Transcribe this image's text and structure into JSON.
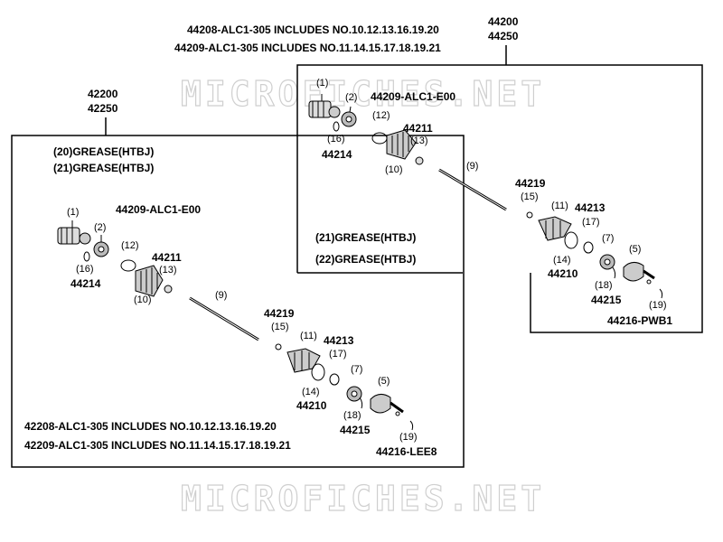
{
  "watermark": "MICROFICHES.NET",
  "right_diagram": {
    "part_numbers": [
      "44200",
      "44250"
    ],
    "includes_1": "44208-ALC1-305 INCLUDES NO.10.12.13.16.19.20",
    "includes_2": "44209-ALC1-305 INCLUDES NO.11.14.15.17.18.19.21",
    "kit_label": "44209-ALC1-E00",
    "grease_1": "(21)GREASE(HTBJ)",
    "grease_2": "(22)GREASE(HTBJ)",
    "callouts": {
      "c1": "(1)",
      "c2": "(2)",
      "c16": "(16)",
      "p44214": "44214",
      "c12": "(12)",
      "p44211": "44211",
      "c13": "(13)",
      "c10": "(10)",
      "c9": "(9)",
      "p44219": "44219",
      "c15": "(15)",
      "c11": "(11)",
      "p44213": "44213",
      "c17": "(17)",
      "c7": "(7)",
      "c14": "(14)",
      "p44210": "44210",
      "c5": "(5)",
      "c18": "(18)",
      "p44215": "44215",
      "c19": "(19)",
      "p44216": "44216-PWB1"
    }
  },
  "left_diagram": {
    "part_numbers": [
      "42200",
      "42250"
    ],
    "grease_1": "(20)GREASE(HTBJ)",
    "grease_2": "(21)GREASE(HTBJ)",
    "kit_label": "44209-ALC1-E00",
    "includes_1": "42208-ALC1-305 INCLUDES NO.10.12.13.16.19.20",
    "includes_2": "42209-ALC1-305 INCLUDES NO.11.14.15.17.18.19.21",
    "callouts": {
      "c1": "(1)",
      "c2": "(2)",
      "c16": "(16)",
      "p44214": "44214",
      "c12": "(12)",
      "p44211": "44211",
      "c13": "(13)",
      "c10": "(10)",
      "c9": "(9)",
      "p44219": "44219",
      "c15": "(15)",
      "c11": "(11)",
      "p44213": "44213",
      "c17": "(17)",
      "c7": "(7)",
      "c14": "(14)",
      "p44210": "44210",
      "c5": "(5)",
      "c18": "(18)",
      "p44215": "44215",
      "c19": "(19)",
      "p44216": "44216-LEE8"
    }
  }
}
